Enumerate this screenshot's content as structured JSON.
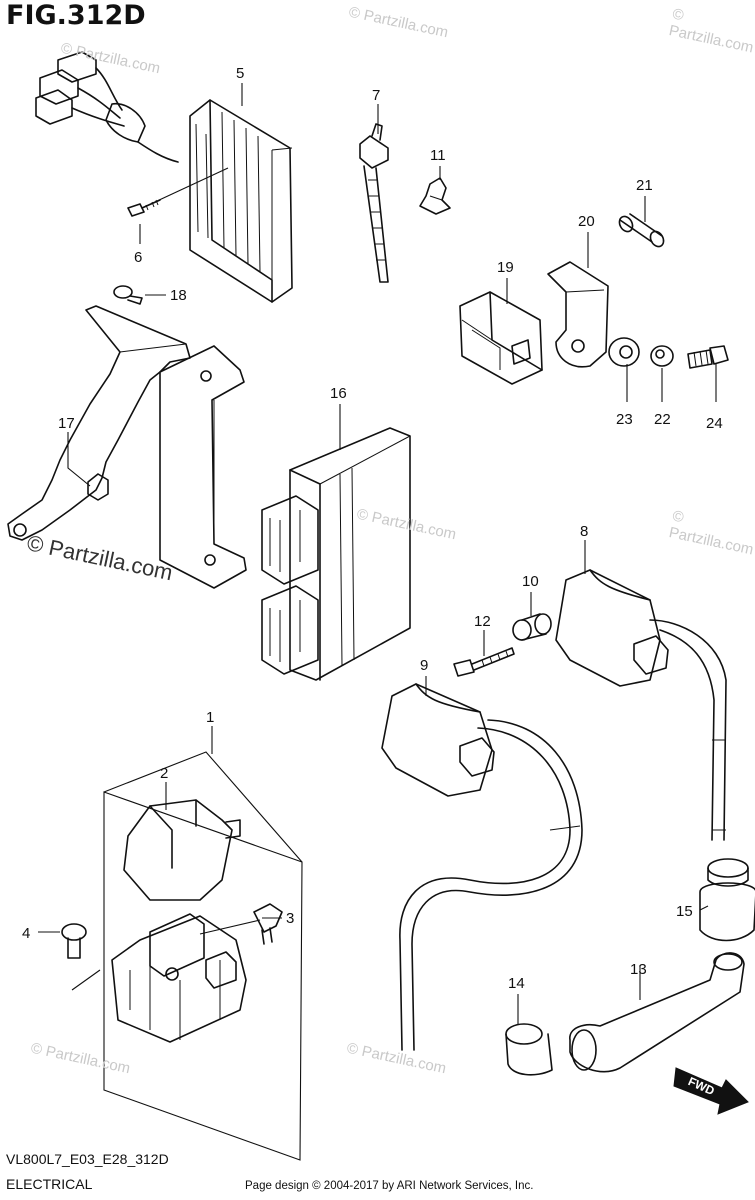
{
  "figure": {
    "title": "FIG.312D"
  },
  "footer": {
    "code": "VL800L7_E03_E28_312D",
    "category": "ELECTRICAL",
    "copyright": "Page design © 2004-2017 by ARI Network Services, Inc."
  },
  "watermark": {
    "text": "© Partzilla.com",
    "main_text": "© Partzilla.com"
  },
  "fwd_label": "FWD",
  "callouts": [
    "1",
    "2",
    "3",
    "4",
    "5",
    "6",
    "7",
    "8",
    "9",
    "10",
    "11",
    "12",
    "13",
    "14",
    "15",
    "16",
    "17",
    "18",
    "19",
    "20",
    "21",
    "22",
    "23",
    "24"
  ]
}
